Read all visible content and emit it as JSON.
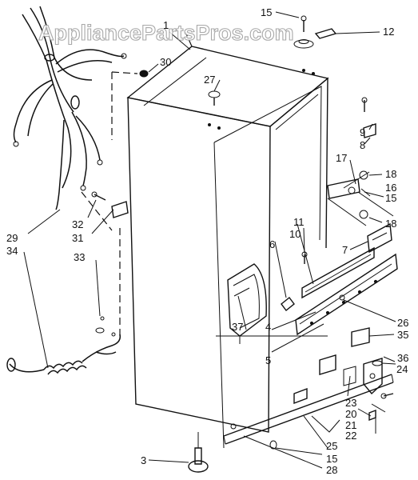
{
  "watermark": "AppliancePartsPros.com",
  "part_labels": [
    "1",
    "3",
    "4",
    "5",
    "6",
    "7",
    "8",
    "9",
    "10",
    "11",
    "12",
    "15",
    "15",
    "15",
    "16",
    "17",
    "18",
    "18",
    "20",
    "21",
    "22",
    "23",
    "24",
    "25",
    "26",
    "27",
    "28",
    "29",
    "30",
    "31",
    "32",
    "33",
    "34",
    "35",
    "36",
    "37"
  ]
}
